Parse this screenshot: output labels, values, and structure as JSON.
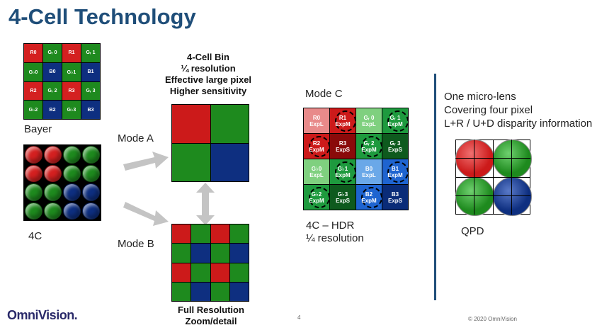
{
  "title": "4-Cell Technology",
  "bayer": {
    "label": "Bayer",
    "cells": [
      "R0",
      "Gᵣ 0",
      "R1",
      "Gᵣ 1",
      "G♭0",
      "B0",
      "G♭1",
      "B1",
      "R2",
      "Gᵣ 2",
      "R3",
      "Gᵣ 3",
      "G♭2",
      "B2",
      "G♭3",
      "B3"
    ]
  },
  "fourc": {
    "label": "4C"
  },
  "mode_a": {
    "label": "Mode A"
  },
  "mode_b": {
    "label": "Mode B"
  },
  "mode_c": {
    "label": "Mode C"
  },
  "bin": {
    "line1": "4-Cell Bin",
    "line2": "¼ resolution",
    "line3": "Effective large pixel",
    "line4": "Higher sensitivity"
  },
  "full": {
    "line1": "Full Resolution",
    "line2": "Zoom/detail"
  },
  "hdr": {
    "line1": "4C – HDR",
    "line2": "¼ resolution"
  },
  "mode_c_cells": [
    {
      "name": "R0",
      "exp": "ExpL"
    },
    {
      "name": "R1",
      "exp": "ExpM"
    },
    {
      "name": "Gᵣ 0",
      "exp": "ExpL"
    },
    {
      "name": "Gᵣ 1",
      "exp": "ExpM"
    },
    {
      "name": "R2",
      "exp": "ExpM"
    },
    {
      "name": "R3",
      "exp": "ExpS"
    },
    {
      "name": "Gᵣ 2",
      "exp": "ExpM"
    },
    {
      "name": "Gᵣ 3",
      "exp": "ExpS"
    },
    {
      "name": "G♭0",
      "exp": "ExpL"
    },
    {
      "name": "G♭1",
      "exp": "ExpM"
    },
    {
      "name": "B0",
      "exp": "ExpL"
    },
    {
      "name": "B1",
      "exp": "ExpM"
    },
    {
      "name": "G♭2",
      "exp": "ExpM"
    },
    {
      "name": "G♭3",
      "exp": "ExpS"
    },
    {
      "name": "B2",
      "exp": "ExpM"
    },
    {
      "name": "B3",
      "exp": "ExpS"
    }
  ],
  "qpd": {
    "line1": "One micro-lens",
    "line2": "Covering four pixel",
    "line3": "L+R / U+D disparity information",
    "label": "QPD"
  },
  "footer": {
    "logo": "OmniVision.",
    "page": "4",
    "copyright": "© 2020 OmniVision"
  },
  "colors": {
    "red": "#cc1f1f",
    "green": "#1f8a1f",
    "blue": "#0d2f7a",
    "accent": "#1f4e79"
  }
}
